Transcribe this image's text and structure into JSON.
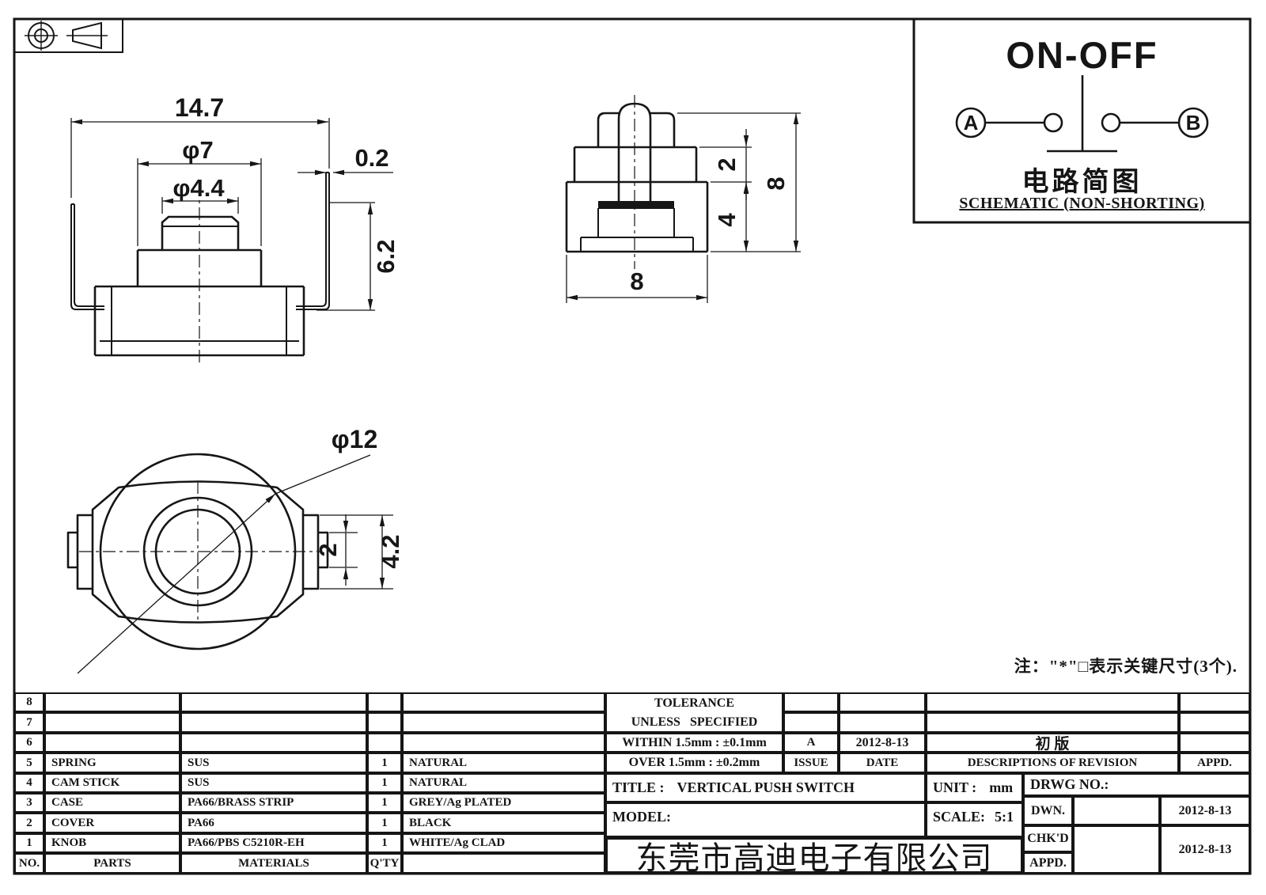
{
  "drawing": {
    "note": "注：\"*\"□表示关键尺寸(3个).",
    "views": {
      "front": {
        "dim_width": "14.7",
        "dim_knob": "φ7",
        "dim_cap": "φ4.4",
        "dim_leg": "0.2",
        "dim_height": "6.2"
      },
      "side": {
        "dim_ear": "2",
        "dim_base": "4",
        "dim_total_height": "8",
        "dim_width": "8"
      },
      "bottom": {
        "dim_diameter": "φ12",
        "dim_tab_inner": "2",
        "dim_tab": "4.2"
      }
    }
  },
  "schematic": {
    "title": "ON-OFF",
    "terminal_a": "A",
    "terminal_b": "B",
    "caption_cn": "电路简图",
    "caption_en": "SCHEMATIC (NON-SHORTING)"
  },
  "parts_table": {
    "header": {
      "no": "NO.",
      "parts": "PARTS",
      "materials": "MATERIALS",
      "qty": "Q'TY",
      "finish": ""
    },
    "rows": [
      {
        "no": "8",
        "parts": "",
        "materials": "",
        "qty": "",
        "finish": ""
      },
      {
        "no": "7",
        "parts": "",
        "materials": "",
        "qty": "",
        "finish": ""
      },
      {
        "no": "6",
        "parts": "",
        "materials": "",
        "qty": "",
        "finish": ""
      },
      {
        "no": "5",
        "parts": "SPRING",
        "materials": "SUS",
        "qty": "1",
        "finish": "NATURAL"
      },
      {
        "no": "4",
        "parts": "CAM STICK",
        "materials": "SUS",
        "qty": "1",
        "finish": "NATURAL"
      },
      {
        "no": "3",
        "parts": "CASE",
        "materials": "PA66/BRASS STRIP",
        "qty": "1",
        "finish": "GREY/Ag PLATED"
      },
      {
        "no": "2",
        "parts": "COVER",
        "materials": "PA66",
        "qty": "1",
        "finish": "BLACK"
      },
      {
        "no": "1",
        "parts": "KNOB",
        "materials": "PA66/PBS C5210R-EH",
        "qty": "1",
        "finish": "WHITE/Ag CLAD"
      }
    ]
  },
  "title_block": {
    "tolerance_title": "TOLERANCE",
    "tolerance_sub": "UNLESS SPECIFIED",
    "within": "WITHIN 1.5mm : ±0.1mm",
    "over": "OVER 1.5mm : ±0.2mm",
    "issue_value": "A",
    "issue_label": "ISSUE",
    "date_value": "2012-8-13",
    "date_label": "DATE",
    "revision_value": "初 版",
    "descriptions_label": "DESCRIPTIONS OF REVISION",
    "appd_label": "APPD.",
    "title_label": "TITLE :",
    "title_value": "VERTICAL PUSH SWITCH",
    "unit_label": "UNIT :",
    "unit_value": "mm",
    "drwg_label": "DRWG NO.:",
    "model_label": "MODEL:",
    "scale_label": "SCALE:",
    "scale_value": "5:1",
    "dwn_label": "DWN.",
    "dwn_date": "2012-8-13",
    "chkd_label": "CHK'D",
    "chkd_date": "2012-8-13",
    "appd_row_label": "APPD.",
    "company": "东莞市高迪电子有限公司"
  }
}
